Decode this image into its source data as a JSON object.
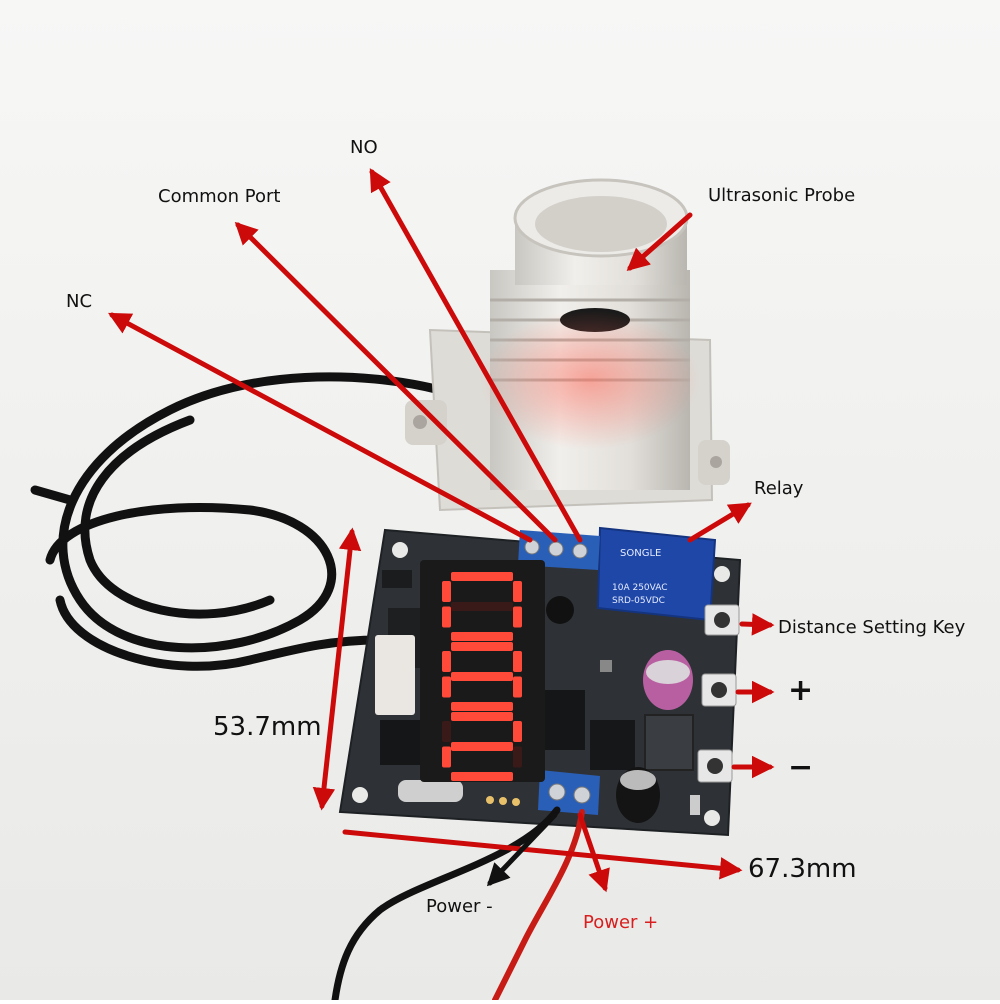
{
  "labels": {
    "no": "NO",
    "common_port": "Common Port",
    "nc": "NC",
    "ultrasonic_probe": "Ultrasonic Probe",
    "relay": "Relay",
    "distance_setting_key": "Distance Setting Key",
    "plus": "+",
    "minus": "−",
    "height_dim": "53.7mm",
    "width_dim": "67.3mm",
    "power_minus": "Power -",
    "power_plus": "Power +"
  },
  "display_digits": [
    "0",
    "8",
    "2"
  ],
  "colors": {
    "arrow": "#cc0a0a",
    "power_minus_arrow": "#111111",
    "power_plus_text": "#d81e1e",
    "pcb": "#2e3236",
    "led": "#ff4a3a",
    "relay": "#1f47a8",
    "terminal": "#2a5fb8",
    "probe": "#e4e2de"
  }
}
